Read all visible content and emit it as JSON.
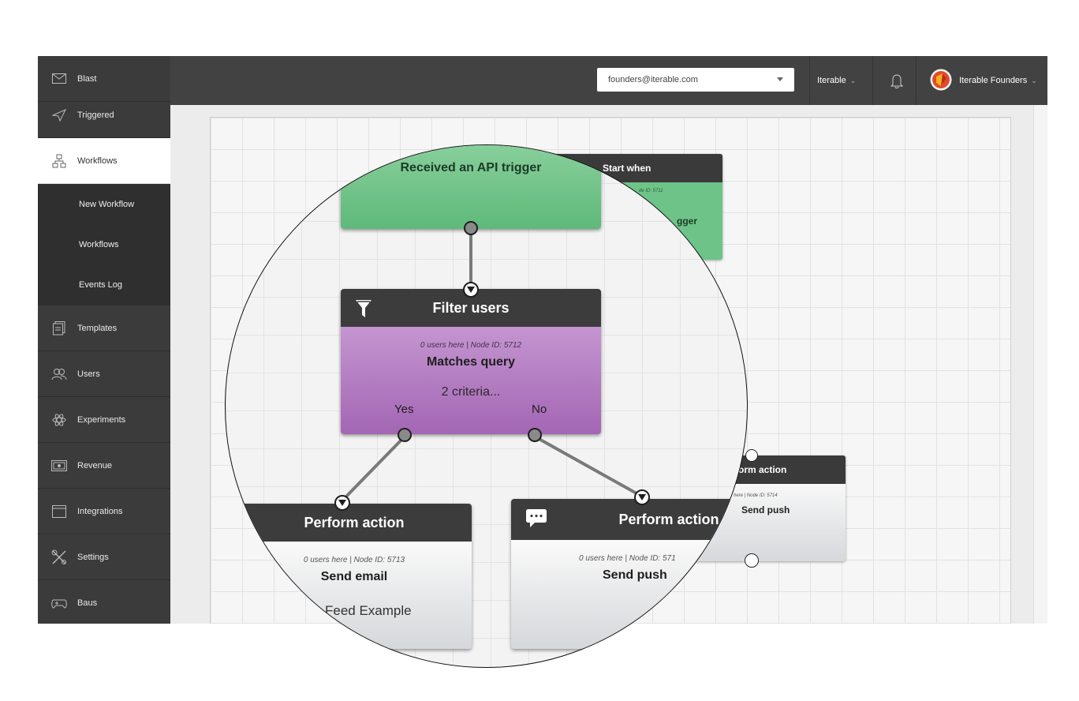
{
  "sidebar": {
    "items": [
      {
        "label": "Blast",
        "icon": "envelope-icon"
      },
      {
        "label": "Triggered",
        "icon": "paper-plane-icon"
      },
      {
        "label": "Workflows",
        "icon": "workflow-icon"
      },
      {
        "label": "Templates",
        "icon": "template-icon"
      },
      {
        "label": "Users",
        "icon": "users-icon"
      },
      {
        "label": "Experiments",
        "icon": "atom-icon"
      },
      {
        "label": "Revenue",
        "icon": "money-icon"
      },
      {
        "label": "Integrations",
        "icon": "window-icon"
      },
      {
        "label": "Settings",
        "icon": "tools-icon"
      },
      {
        "label": "Baus",
        "icon": "gamepad-icon"
      }
    ],
    "sub_items": [
      "New Workflow",
      "Workflows",
      "Events Log"
    ]
  },
  "header": {
    "account_email": "founders@iterable.com",
    "org_label": "Iterable",
    "profile_name": "Iterable Founders"
  },
  "background_nodes": {
    "start": {
      "title": "Start when",
      "meta": "de ID: 5711",
      "partial_text": "gger"
    },
    "action": {
      "title": "orm action",
      "meta": "here | Node ID: 5714",
      "action": "Send push"
    }
  },
  "magnifier": {
    "trigger": {
      "title": "Received an API trigger"
    },
    "filter": {
      "title": "Filter users",
      "meta": "0 users here | Node ID: 5712",
      "type": "Matches query",
      "criteria": "2 criteria...",
      "yes_label": "Yes",
      "no_label": "No"
    },
    "email_action": {
      "title": "Perform action",
      "meta": "0 users here | Node ID: 5713",
      "action": "Send email",
      "template": "Feed Example"
    },
    "push_action": {
      "title": "Perform action",
      "meta": "0 users here | Node ID: 571",
      "action": "Send push"
    }
  },
  "colors": {
    "sidebar": "#3b3b3b",
    "header": "#424242",
    "trigger_green": "#72c48a",
    "filter_purple": "#b07cbf",
    "node_header": "#3c3c3c"
  }
}
